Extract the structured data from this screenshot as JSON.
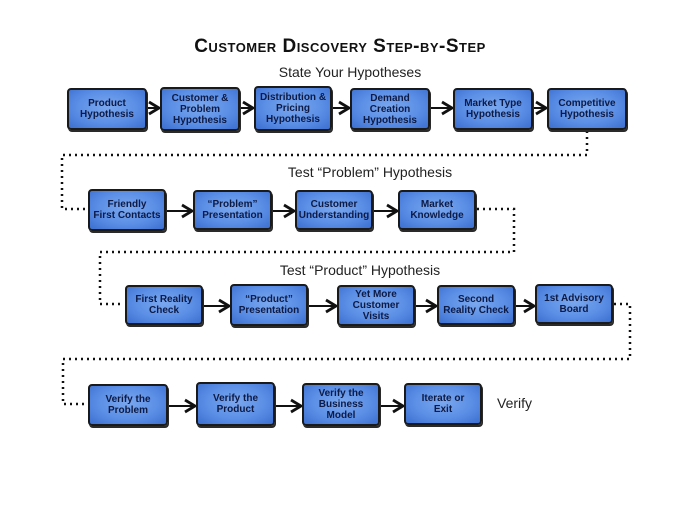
{
  "title": "Customer Discovery Step-by-Step",
  "sections": [
    {
      "label": "State Your Hypotheses",
      "steps": [
        "Product\nHypothesis",
        "Customer &\nProblem\nHypothesis",
        "Distribution &\nPricing\nHypothesis",
        "Demand\nCreation\nHypothesis",
        "Market Type\nHypothesis",
        "Competitive\nHypothesis"
      ]
    },
    {
      "label": "Test “Problem” Hypothesis",
      "steps": [
        "Friendly\nFirst Contacts",
        "“Problem”\nPresentation",
        "Customer\nUnderstanding",
        "Market\nKnowledge"
      ]
    },
    {
      "label": "Test “Product” Hypothesis",
      "steps": [
        "First Reality\nCheck",
        "“Product”\nPresentation",
        "Yet More\nCustomer\nVisits",
        "Second\nReality Check",
        "1st Advisory\nBoard"
      ]
    },
    {
      "label": "Verify",
      "steps": [
        "Verify the\nProblem",
        "Verify the\nProduct",
        "Verify the\nBusiness\nModel",
        "Iterate or\nExit"
      ]
    }
  ],
  "colors": {
    "box_fill": "#5b8fe6",
    "box_text": "#0d1a44",
    "border": "#1a1a1a"
  }
}
